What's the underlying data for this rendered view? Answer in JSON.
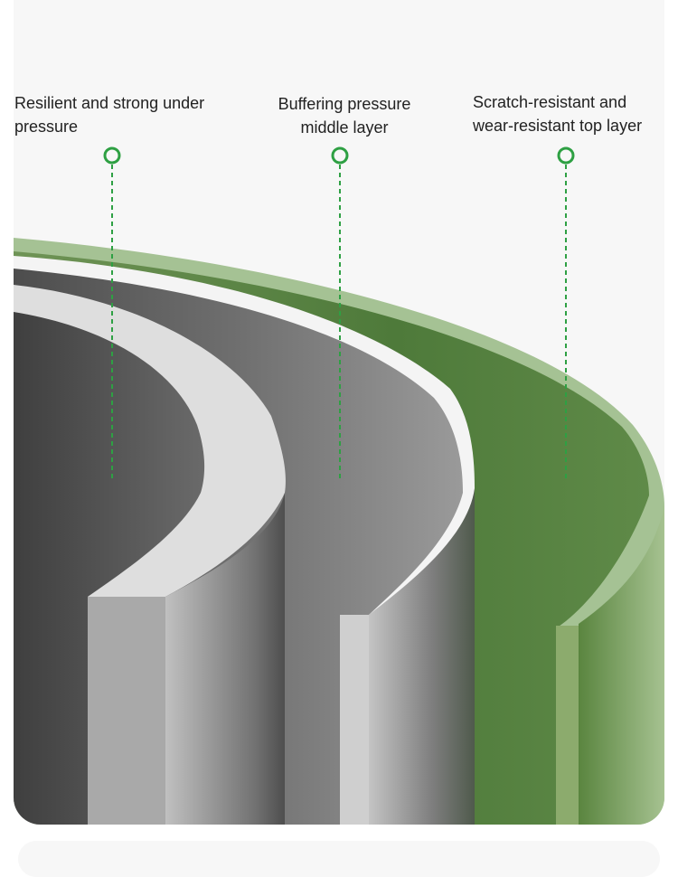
{
  "labels": [
    {
      "line1": "Resilient and strong under",
      "line2": "pressure"
    },
    {
      "line1": "Buffering pressure",
      "line2": "middle layer"
    },
    {
      "line1": "Scratch-resistant and",
      "line2": "wear-resistant top layer"
    }
  ],
  "colors": {
    "accent": "#2ea043",
    "green_layer": "#5a8446",
    "green_lip": "#a5c294",
    "card_bg": "#f7f7f7"
  }
}
